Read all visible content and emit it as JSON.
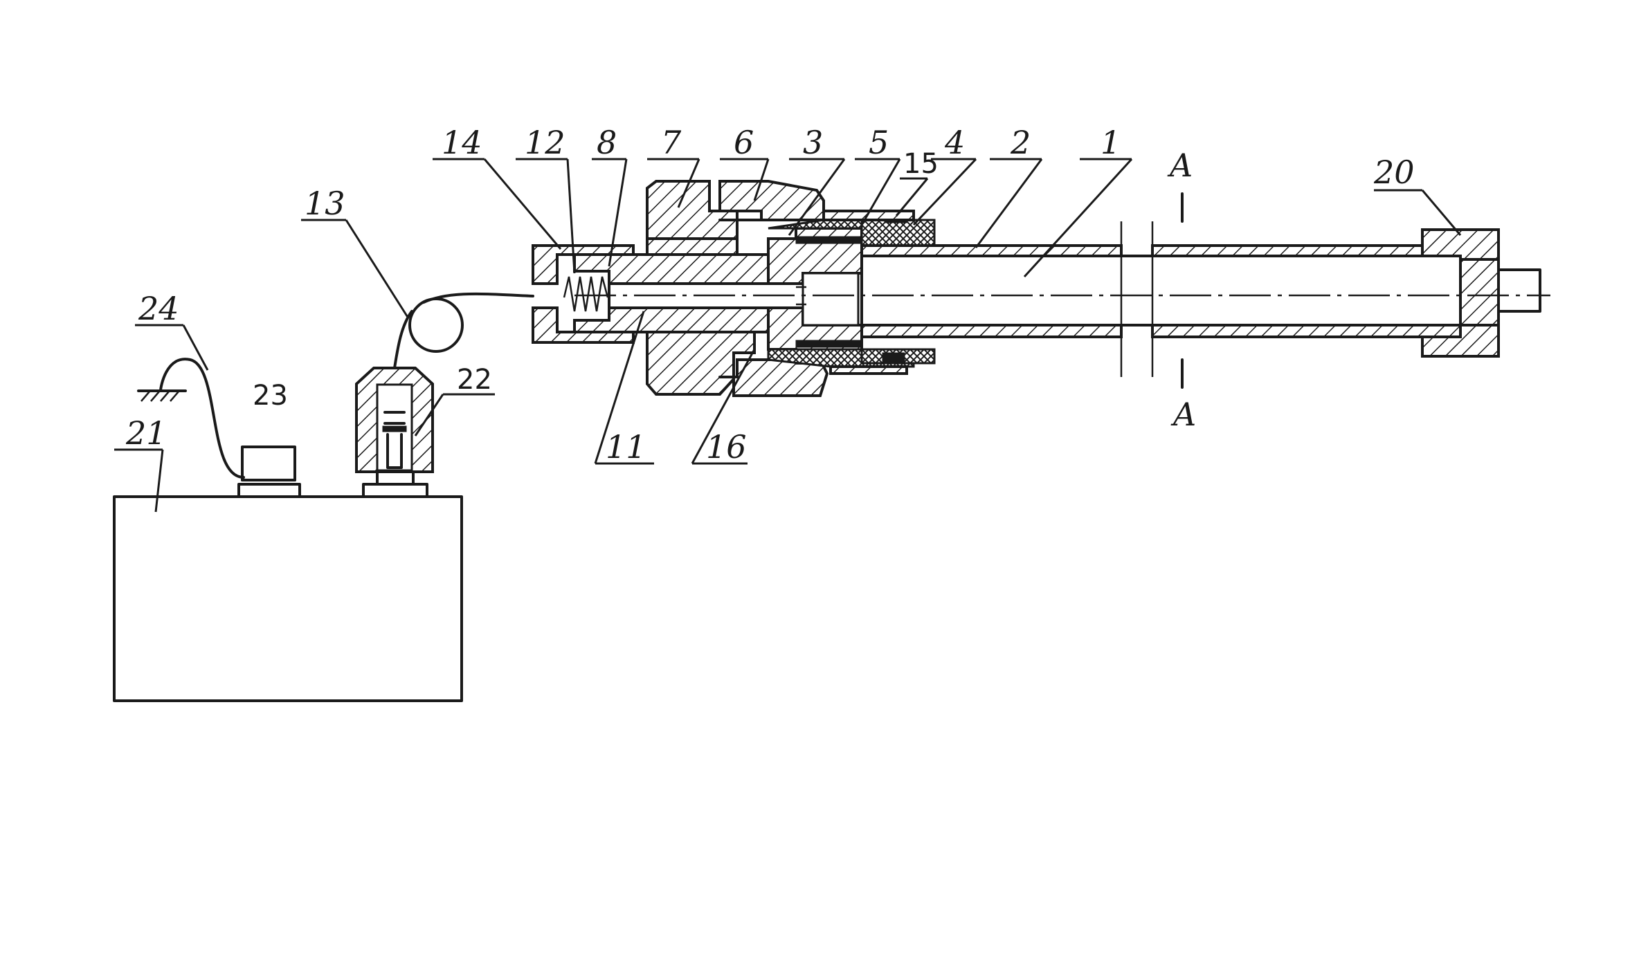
{
  "labels": {
    "l14": "14",
    "l12": "12",
    "l8": "8",
    "l7": "7",
    "l6": "6",
    "l3": "3",
    "l5": "5",
    "l15": "15",
    "l4": "4",
    "l2": "2",
    "l1": "1",
    "l20": "20",
    "l13": "13",
    "l24": "24",
    "l23": "23",
    "l22": "22",
    "l21": "21",
    "l11": "11",
    "l16": "16",
    "section_top": "A",
    "section_bottom": "A"
  }
}
